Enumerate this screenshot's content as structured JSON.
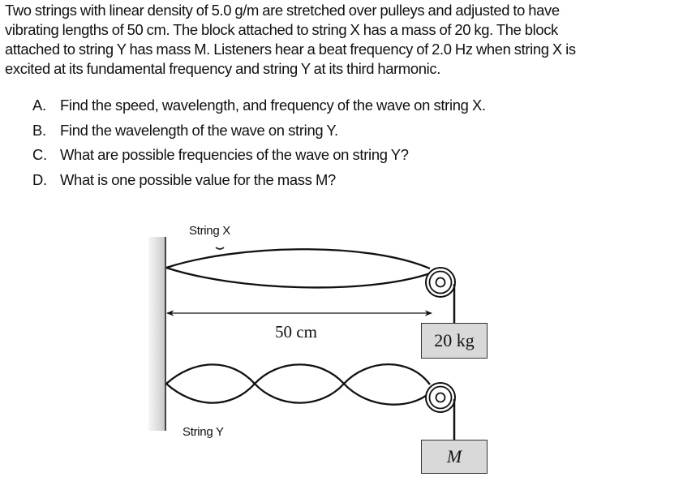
{
  "problem": {
    "lines": [
      "Two strings with linear density of 5.0 g/m are stretched over pulleys and adjusted to have",
      "vibrating lengths of 50 cm.  The block attached to string X has a mass of 20 kg. The block",
      "attached to string Y has mass M.  Listeners hear a beat frequency of 2.0 Hz when string X is",
      "excited at its fundamental frequency and string Y at its third harmonic."
    ]
  },
  "questions": [
    {
      "letter": "A.",
      "text": "Find the speed, wavelength, and frequency of the wave on string X."
    },
    {
      "letter": "B.",
      "text": "Find the wavelength of the wave on string Y."
    },
    {
      "letter": "C.",
      "text": "What are possible frequencies of the wave on string Y?"
    },
    {
      "letter": "D.",
      "text": "What is one possible value for the mass M?"
    }
  ],
  "figure": {
    "string_x_label": "String X",
    "string_y_label": "String Y",
    "length_label": "50 cm",
    "block_x_label": "20 kg",
    "block_y_label": "M",
    "colors": {
      "line": "#111111",
      "block_fill": "#d9d9d9",
      "wall_light": "#f4f4f4",
      "wall_dark": "#c8c8c8"
    }
  }
}
